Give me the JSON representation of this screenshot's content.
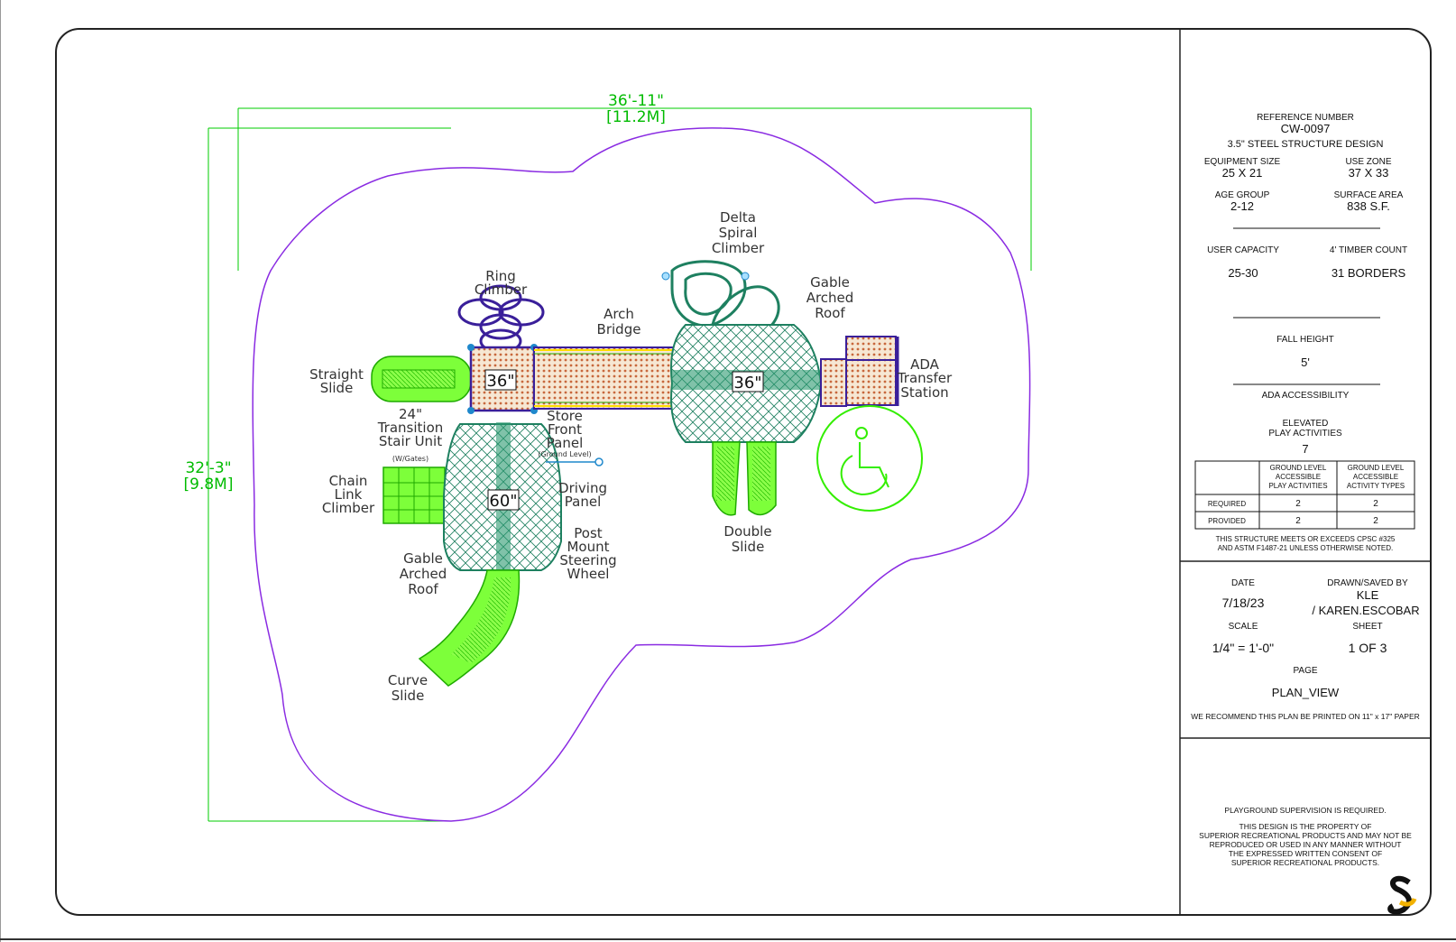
{
  "dimensions": {
    "width_ft": "36'-11\"",
    "width_m": "[11.2M]",
    "height_ft": "32'-3\"",
    "height_m": "[9.8M]"
  },
  "deck_heights": {
    "deck_a": "36\"",
    "deck_b": "36\"",
    "deck_c": "60\""
  },
  "labels": {
    "ring_climber_1": "Ring",
    "ring_climber_2": "Climber",
    "delta_1": "Delta",
    "delta_2": "Spiral",
    "delta_3": "Climber",
    "gable_r_1": "Gable",
    "gable_r_2": "Arched",
    "gable_r_3": "Roof",
    "arch_1": "Arch",
    "arch_2": "Bridge",
    "straight_1": "Straight",
    "straight_2": "Slide",
    "ada_1": "ADA",
    "ada_2": "Transfer",
    "ada_3": "Station",
    "trans_1": "24\"",
    "trans_2": "Transition",
    "trans_3": "Stair Unit",
    "trans_4": "(W/Gates)",
    "store_1": "Store",
    "store_2": "Front",
    "store_3": "Panel",
    "store_4": "(Ground Level)",
    "chain_1": "Chain",
    "chain_2": "Link",
    "chain_3": "Climber",
    "driving_1": "Driving",
    "driving_2": "Panel",
    "post_1": "Post",
    "post_2": "Mount",
    "post_3": "Steering",
    "post_4": "Wheel",
    "gable_l_1": "Gable",
    "gable_l_2": "Arched",
    "gable_l_3": "Roof",
    "double_1": "Double",
    "double_2": "Slide",
    "curve_1": "Curve",
    "curve_2": "Slide"
  },
  "title_block": {
    "reference_label": "REFERENCE NUMBER",
    "reference_number": "CW-0097",
    "design": "3.5\" STEEL STRUCTURE DESIGN",
    "equipment_size_label": "EQUIPMENT SIZE",
    "equipment_size": "25 X 21",
    "use_zone_label": "USE ZONE",
    "use_zone": "37 X 33",
    "age_group_label": "AGE GROUP",
    "age_group": "2-12",
    "surface_area_label": "SURFACE AREA",
    "surface_area": "838 S.F.",
    "user_capacity_label": "USER CAPACITY",
    "user_capacity": "25-30",
    "timber_label": "4' TIMBER COUNT",
    "timber_count": "31 BORDERS",
    "fall_height_label": "FALL HEIGHT",
    "fall_height": "5'",
    "ada_label": "ADA ACCESSIBILITY",
    "elevated_label_1": "ELEVATED",
    "elevated_label_2": "PLAY ACTIVITIES",
    "elevated_count": "7",
    "table_head_1": [
      "GROUND LEVEL",
      "ACCESSIBLE",
      "PLAY ACTIVITIES"
    ],
    "table_head_2": [
      "GROUND LEVEL",
      "ACCESSIBLE",
      "ACTIVITY TYPES"
    ],
    "row_required": "REQUIRED",
    "required_1": "2",
    "required_2": "2",
    "row_provided": "PROVIDED",
    "provided_1": "2",
    "provided_2": "2",
    "compliance_1": "THIS STRUCTURE MEETS OR EXCEEDS CPSC #325",
    "compliance_2": "AND ASTM F1487-21 UNLESS OTHERWISE NOTED.",
    "date_label": "DATE",
    "date": "7/18/23",
    "drawn_label": "DRAWN/SAVED BY",
    "drawn_1": "KLE",
    "drawn_2": "/ KAREN.ESCOBAR",
    "scale_label": "SCALE",
    "scale": "1/4\" = 1'-0\"",
    "sheet_label": "SHEET",
    "sheet": "1   OF   3",
    "page_label": "PAGE",
    "page": "PLAN_VIEW",
    "print_note": "WE RECOMMEND THIS PLAN BE PRINTED ON 11\" x 17\" PAPER",
    "supervision": "PLAYGROUND SUPERVISION IS REQUIRED.",
    "property_1": "THIS DESIGN IS THE PROPERTY OF",
    "property_2": "SUPERIOR RECREATIONAL PRODUCTS AND MAY NOT BE",
    "property_3": "REPRODUCED OR USED IN ANY MANNER WITHOUT",
    "property_4": "THE EXPRESSED WRITTEN CONSENT OF",
    "property_5": "SUPERIOR RECREATIONAL PRODUCTS."
  },
  "colors": {
    "dimension": "#00cc00",
    "use_zone": "#8a2be2",
    "deck": "#c8683c",
    "roof": "#1e8060",
    "slide": "#33ee00",
    "frame": "#3a1f9a"
  }
}
